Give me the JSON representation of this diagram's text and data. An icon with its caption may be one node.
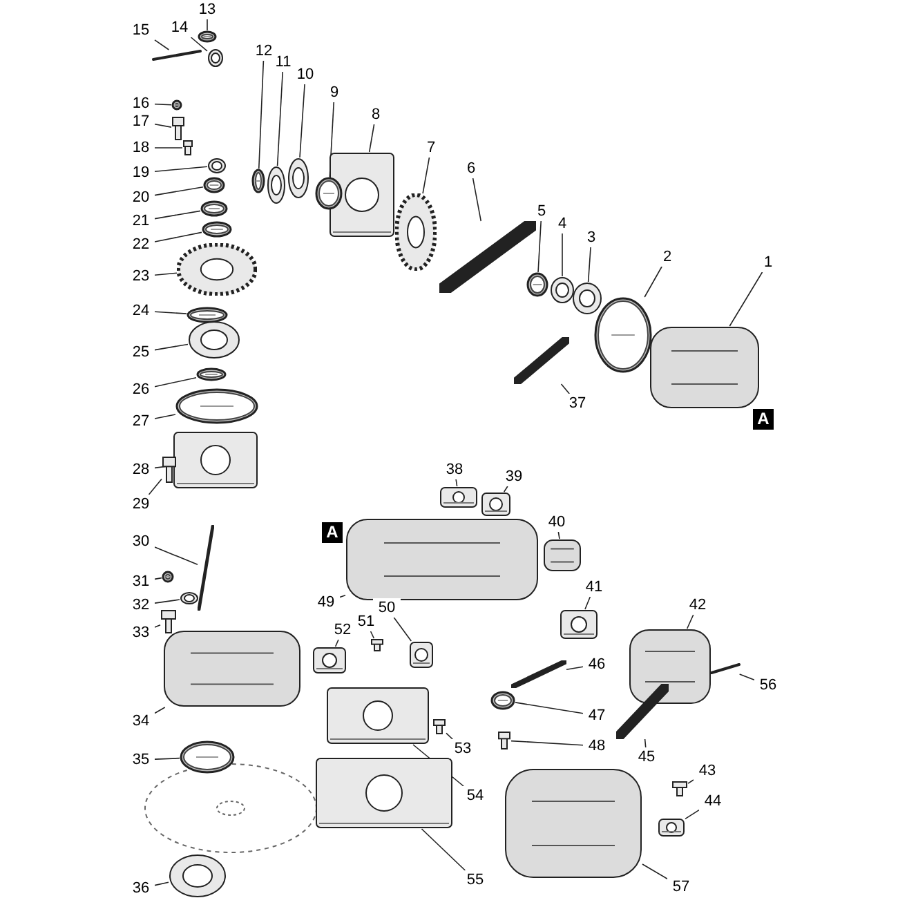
{
  "diagram": {
    "nodes": [
      {
        "text": [
          "1"
        ]
      },
      {
        "text": [
          "2"
        ]
      },
      {
        "text": [
          "3"
        ]
      },
      {
        "text": [
          "4"
        ]
      },
      {
        "text": [
          "5"
        ]
      },
      {
        "text": [
          "6"
        ]
      },
      {
        "text": [
          "7"
        ]
      },
      {
        "text": [
          "8"
        ]
      },
      {
        "text": [
          "9"
        ]
      },
      {
        "text": [
          "10"
        ]
      },
      {
        "text": [
          "11"
        ]
      },
      {
        "text": [
          "12"
        ]
      },
      {
        "text": [
          "13"
        ]
      },
      {
        "text": [
          "14"
        ]
      },
      {
        "text": [
          "15"
        ]
      },
      {
        "text": [
          "16"
        ]
      },
      {
        "text": [
          "17"
        ]
      },
      {
        "text": [
          "18"
        ]
      },
      {
        "text": [
          "19"
        ]
      },
      {
        "text": [
          "20"
        ]
      },
      {
        "text": [
          "21"
        ]
      },
      {
        "text": [
          "22"
        ]
      },
      {
        "text": [
          "23"
        ]
      },
      {
        "text": [
          "24"
        ]
      },
      {
        "text": [
          "25"
        ]
      },
      {
        "text": [
          "26"
        ]
      },
      {
        "text": [
          "27"
        ]
      },
      {
        "text": [
          "28"
        ]
      },
      {
        "text": [
          "29"
        ]
      },
      {
        "text": [
          "30"
        ]
      },
      {
        "text": [
          "31"
        ]
      },
      {
        "text": [
          "32"
        ]
      },
      {
        "text": [
          "33"
        ]
      },
      {
        "text": [
          "34"
        ]
      },
      {
        "text": [
          "35"
        ]
      },
      {
        "text": [
          "36"
        ]
      },
      {
        "text": [
          "37"
        ]
      },
      {
        "text": [
          "38"
        ]
      },
      {
        "text": [
          "39"
        ]
      },
      {
        "text": [
          "40"
        ]
      },
      {
        "text": [
          "41"
        ]
      },
      {
        "text": [
          "42"
        ]
      },
      {
        "text": [
          "43"
        ]
      },
      {
        "text": [
          "44"
        ]
      },
      {
        "text": [
          "45"
        ]
      },
      {
        "text": [
          "46"
        ]
      },
      {
        "text": [
          "47"
        ]
      },
      {
        "text": [
          "48"
        ]
      },
      {
        "text": [
          "49"
        ]
      },
      {
        "text": [
          "50"
        ]
      },
      {
        "text": [
          "51"
        ]
      },
      {
        "text": [
          "52"
        ]
      },
      {
        "text": [
          "53"
        ]
      },
      {
        "text": [
          "54"
        ]
      },
      {
        "text": [
          "55"
        ]
      },
      {
        "text": [
          "56"
        ]
      },
      {
        "text": [
          "57"
        ]
      },
      {
        "text": [],
        "shape": "picture"
      },
      {
        "text": [],
        "shape": "picture"
      },
      {
        "text": [],
        "shape": "picture"
      },
      {
        "text": [],
        "shape": "picture"
      },
      {
        "text": [],
        "shape": "picture"
      },
      {
        "text": [],
        "shape": "picture"
      },
      {
        "text": [],
        "shape": "picture"
      },
      {
        "text": [],
        "shape": "picture"
      },
      {
        "text": [],
        "shape": "picture"
      },
      {
        "text": [],
        "shape": "picture"
      },
      {
        "text": [],
        "shape": "picture"
      },
      {
        "text": [],
        "shape": "picture"
      },
      {
        "text": [],
        "shape": "picture"
      },
      {
        "text": [],
        "shape": "picture"
      },
      {
        "text": [],
        "shape": "picture"
      },
      {
        "text": [],
        "shape": "picture"
      },
      {
        "text": [],
        "shape": "picture"
      },
      {
        "text": [],
        "shape": "picture"
      },
      {
        "text": [],
        "shape": "picture"
      },
      {
        "text": [],
        "shape": "picture"
      },
      {
        "text": [],
        "shape": "picture"
      },
      {
        "text": [],
        "shape": "picture"
      },
      {
        "text": [],
        "shape": "picture"
      },
      {
        "text": [],
        "shape": "picture"
      },
      {
        "text": [],
        "shape": "picture"
      },
      {
        "text": [],
        "shape": "picture"
      },
      {
        "text": [],
        "shape": "picture"
      },
      {
        "text": [],
        "shape": "picture"
      },
      {
        "text": [],
        "shape": "picture"
      },
      {
        "text": [],
        "shape": "picture"
      },
      {
        "text": [],
        "shape": "picture"
      },
      {
        "text": [],
        "shape": "picture"
      },
      {
        "text": [],
        "shape": "picture"
      },
      {
        "text": [],
        "shape": "picture"
      },
      {
        "text": [],
        "shape": "picture"
      },
      {
        "text": [],
        "shape": "picture"
      },
      {
        "text": [],
        "shape": "picture"
      },
      {
        "text": [],
        "shape": "picture"
      },
      {
        "text": [],
        "shape": "picture"
      },
      {
        "text": [],
        "shape": "picture"
      },
      {
        "text": [],
        "shape": "picture"
      },
      {
        "text": [],
        "shape": "picture"
      },
      {
        "text": [],
        "shape": "picture"
      },
      {
        "text": [],
        "shape": "picture"
      },
      {
        "text": [],
        "shape": "picture"
      },
      {
        "text": [],
        "shape": "picture"
      },
      {
        "text": [],
        "shape": "picture"
      },
      {
        "text": [],
        "shape": "picture"
      },
      {
        "text": [],
        "shape": "picture"
      },
      {
        "text": [],
        "shape": "picture"
      },
      {
        "text": [],
        "shape": "picture"
      },
      {
        "text": [],
        "shape": "picture"
      },
      {
        "text": [],
        "shape": "picture"
      },
      {
        "text": [],
        "shape": "picture"
      },
      {
        "text": [],
        "shape": "picture"
      },
      {
        "text": [],
        "shape": "picture"
      },
      {
        "text": [],
        "shape": "picture"
      }
    ],
    "edges": [
      {
        "from": 0,
        "to": 57,
        "arrow": "none"
      },
      {
        "from": 1,
        "to": 58,
        "arrow": "none"
      },
      {
        "from": 2,
        "to": 59,
        "arrow": "none"
      },
      {
        "from": 3,
        "to": 60,
        "arrow": "none"
      },
      {
        "from": 4,
        "to": 61,
        "arrow": "none"
      },
      {
        "from": 5,
        "to": 62,
        "arrow": "none"
      },
      {
        "from": 6,
        "to": 63,
        "arrow": "none"
      },
      {
        "from": 7,
        "to": 64,
        "arrow": "none"
      },
      {
        "from": 8,
        "to": 65,
        "arrow": "none"
      },
      {
        "from": 9,
        "to": 66,
        "arrow": "none"
      },
      {
        "from": 10,
        "to": 67,
        "arrow": "none"
      },
      {
        "from": 11,
        "to": 68,
        "arrow": "none"
      },
      {
        "from": 12,
        "to": 69,
        "arrow": "none"
      },
      {
        "from": 13,
        "to": 70,
        "arrow": "none"
      },
      {
        "from": 14,
        "to": 71,
        "arrow": "none"
      },
      {
        "from": 15,
        "to": 72,
        "arrow": "none"
      },
      {
        "from": 16,
        "to": 73,
        "arrow": "none"
      },
      {
        "from": 17,
        "to": 74,
        "arrow": "none"
      },
      {
        "from": 18,
        "to": 75,
        "arrow": "none"
      },
      {
        "from": 19,
        "to": 76,
        "arrow": "none"
      },
      {
        "from": 20,
        "to": 77,
        "arrow": "none"
      },
      {
        "from": 21,
        "to": 78,
        "arrow": "none"
      },
      {
        "from": 22,
        "to": 79,
        "arrow": "none"
      },
      {
        "from": 23,
        "to": 80,
        "arrow": "none"
      },
      {
        "from": 24,
        "to": 81,
        "arrow": "none"
      },
      {
        "from": 25,
        "to": 82,
        "arrow": "none"
      },
      {
        "from": 26,
        "to": 83,
        "arrow": "none"
      },
      {
        "from": 27,
        "to": 84,
        "arrow": "none"
      },
      {
        "from": 28,
        "to": 85,
        "arrow": "none"
      },
      {
        "from": 29,
        "to": 86,
        "arrow": "none"
      },
      {
        "from": 30,
        "to": 87,
        "arrow": "none"
      },
      {
        "from": 31,
        "to": 88,
        "arrow": "none"
      },
      {
        "from": 32,
        "to": 89,
        "arrow": "none"
      },
      {
        "from": 33,
        "to": 90,
        "arrow": "none"
      },
      {
        "from": 34,
        "to": 91,
        "arrow": "none"
      },
      {
        "from": 35,
        "to": 92,
        "arrow": "none"
      },
      {
        "from": 36,
        "to": 93,
        "arrow": "none"
      },
      {
        "from": 37,
        "to": 94,
        "arrow": "none"
      },
      {
        "from": 38,
        "to": 95,
        "arrow": "none"
      },
      {
        "from": 39,
        "to": 96,
        "arrow": "none"
      },
      {
        "from": 40,
        "to": 97,
        "arrow": "none"
      },
      {
        "from": 41,
        "to": 98,
        "arrow": "none"
      },
      {
        "from": 42,
        "to": 99,
        "arrow": "none"
      },
      {
        "from": 43,
        "to": 100,
        "arrow": "none"
      },
      {
        "from": 44,
        "to": 101,
        "arrow": "none"
      },
      {
        "from": 45,
        "to": 102,
        "arrow": "none"
      },
      {
        "from": 46,
        "to": 103,
        "arrow": "none"
      },
      {
        "from": 47,
        "to": 104,
        "arrow": "none"
      },
      {
        "from": 48,
        "to": 105,
        "arrow": "none"
      },
      {
        "from": 49,
        "to": 106,
        "arrow": "none"
      },
      {
        "from": 50,
        "to": 107,
        "arrow": "none"
      },
      {
        "from": 51,
        "to": 108,
        "arrow": "none"
      },
      {
        "from": 52,
        "to": 109,
        "arrow": "none"
      },
      {
        "from": 53,
        "to": 110,
        "arrow": "none"
      },
      {
        "from": 54,
        "to": 111,
        "arrow": "none"
      },
      {
        "from": 55,
        "to": 112,
        "arrow": "none"
      },
      {
        "from": 56,
        "to": 113,
        "arrow": "none"
      }
    ],
    "labels": [
      "A",
      "A"
    ]
  }
}
